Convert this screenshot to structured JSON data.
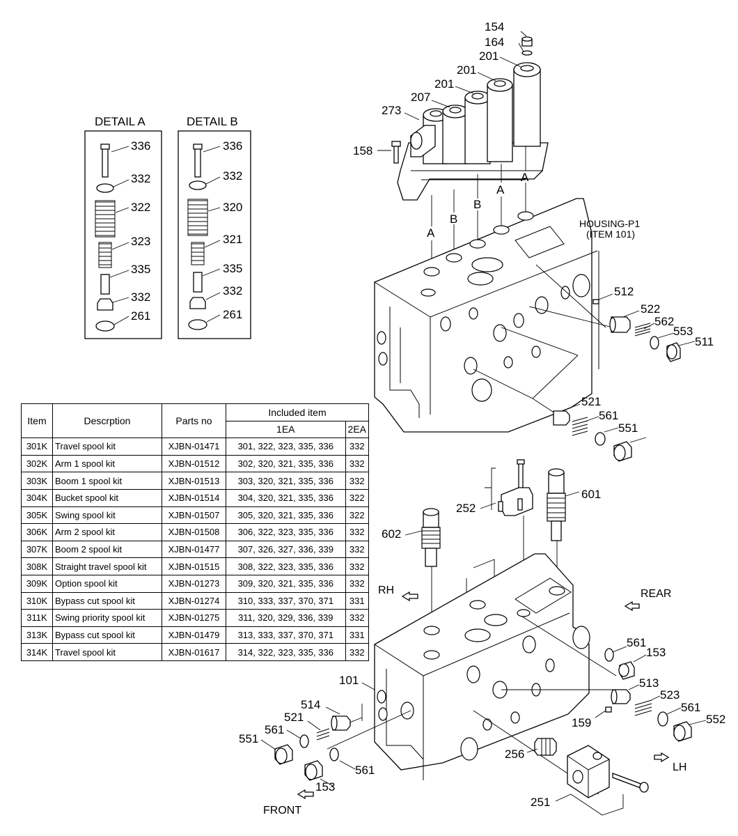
{
  "details": [
    {
      "title": "DETAIL A",
      "callouts": [
        "336",
        "332",
        "322",
        "323",
        "335",
        "332",
        "261"
      ]
    },
    {
      "title": "DETAIL B",
      "callouts": [
        "336",
        "332",
        "320",
        "321",
        "335",
        "332",
        "261"
      ]
    }
  ],
  "housing_label": [
    "HOUSING-P1",
    "(ITEM 101)"
  ],
  "directions": {
    "rh": "RH",
    "rear": "REAR",
    "lh": "LH",
    "front": "FRONT"
  },
  "section_letters": [
    "A",
    "B",
    "B",
    "A",
    "A"
  ],
  "callouts": {
    "top": [
      "154",
      "164",
      "201",
      "201",
      "201",
      "207",
      "273",
      "158",
      "512",
      "522",
      "562",
      "553",
      "511",
      "521",
      "561",
      "551"
    ],
    "bottom": [
      "252",
      "601",
      "602",
      "561",
      "153",
      "101",
      "514",
      "521",
      "561",
      "551",
      "153",
      "561",
      "513",
      "523",
      "561",
      "552",
      "159",
      "256",
      "251"
    ]
  },
  "table": {
    "headers": {
      "item": "Item",
      "description": "Descrption",
      "parts_no": "Parts no",
      "included": "Included item",
      "one_ea": "1EA",
      "two_ea": "2EA"
    },
    "rows": [
      {
        "item": "301K",
        "description": "Travel spool kit",
        "parts_no": "XJBN-01471",
        "one_ea": "301, 322, 323, 335, 336",
        "two_ea": "332"
      },
      {
        "item": "302K",
        "description": "Arm 1 spool kit",
        "parts_no": "XJBN-01512",
        "one_ea": "302, 320, 321, 335, 336",
        "two_ea": "332"
      },
      {
        "item": "303K",
        "description": "Boom 1 spool kit",
        "parts_no": "XJBN-01513",
        "one_ea": "303, 320, 321, 335, 336",
        "two_ea": "332"
      },
      {
        "item": "304K",
        "description": "Bucket spool kit",
        "parts_no": "XJBN-01514",
        "one_ea": "304, 320, 321, 335, 336",
        "two_ea": "322"
      },
      {
        "item": "305K",
        "description": "Swing spool kit",
        "parts_no": "XJBN-01507",
        "one_ea": "305, 320, 321, 335, 336",
        "two_ea": "322"
      },
      {
        "item": "306K",
        "description": "Arm 2 spool kit",
        "parts_no": "XJBN-01508",
        "one_ea": "306, 322, 323, 335, 336",
        "two_ea": "332"
      },
      {
        "item": "307K",
        "description": "Boom 2 spool kit",
        "parts_no": "XJBN-01477",
        "one_ea": "307, 326, 327, 336, 339",
        "two_ea": "332"
      },
      {
        "item": "308K",
        "description": "Straight travel spool kit",
        "parts_no": "XJBN-01515",
        "one_ea": "308, 322, 323, 335, 336",
        "two_ea": "332"
      },
      {
        "item": "309K",
        "description": "Option spool kit",
        "parts_no": "XJBN-01273",
        "one_ea": "309, 320, 321, 335, 336",
        "two_ea": "332"
      },
      {
        "item": "310K",
        "description": "Bypass cut spool kit",
        "parts_no": "XJBN-01274",
        "one_ea": "310, 333, 337, 370, 371",
        "two_ea": "331"
      },
      {
        "item": "311K",
        "description": "Swing priority spool kit",
        "parts_no": "XJBN-01275",
        "one_ea": "311, 320, 329, 336, 339",
        "two_ea": "332"
      },
      {
        "item": "313K",
        "description": "Bypass cut spool kit",
        "parts_no": "XJBN-01479",
        "one_ea": "313, 333, 337, 370, 371",
        "two_ea": "331"
      },
      {
        "item": "314K",
        "description": "Travel spool kit",
        "parts_no": "XJBN-01617",
        "one_ea": "314, 322, 323, 335, 336",
        "two_ea": "332"
      }
    ]
  }
}
